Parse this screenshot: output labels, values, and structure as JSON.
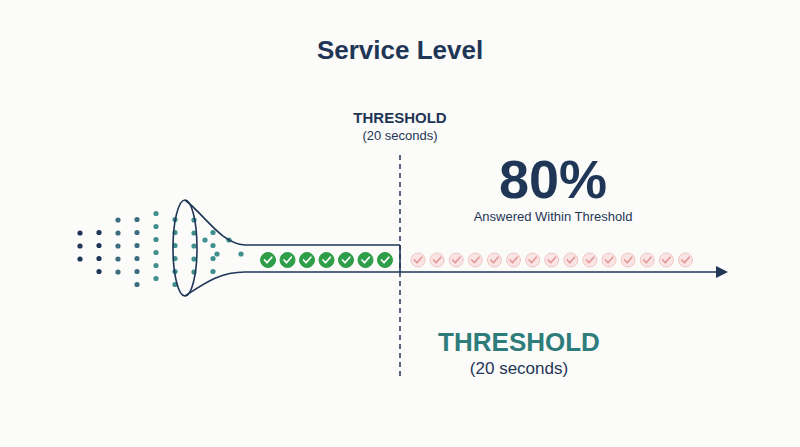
{
  "diagram": {
    "title": "Service Level",
    "labels": [
      "THRESHOLD",
      "(20 seconds)",
      "80%",
      "Answered Within Threshold",
      "THRESHOLD",
      "(20 seconds)"
    ]
  }
}
